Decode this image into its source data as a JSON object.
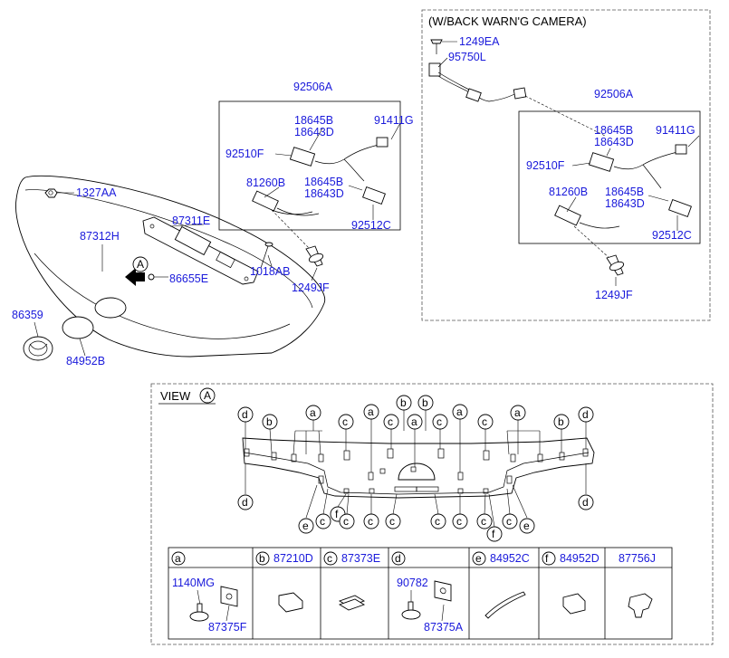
{
  "main": {
    "callouts": {
      "c1327AA": "1327AA",
      "c87312H": "87312H",
      "c86359": "86359",
      "c84952B": "84952B",
      "c87311E": "87311E",
      "c86655E": "86655E",
      "c1018AB": "1018AB",
      "c1249JF": "1249JF",
      "view_marker": "A"
    },
    "harness": {
      "group": "92506A",
      "c18645B_top": "18645B",
      "c18643D_top": "18643D",
      "c91411G": "91411G",
      "c92510F": "92510F",
      "c81260B": "81260B",
      "c18645B_bot": "18645B",
      "c18643D_bot": "18643D",
      "c92512C": "92512C"
    }
  },
  "camera_panel": {
    "title": "(W/BACK WARN'G CAMERA)",
    "c1249EA": "1249EA",
    "c95750L": "95750L",
    "group": "92506A",
    "c18645B_top": "18645B",
    "c18643D_top": "18643D",
    "c91411G": "91411G",
    "c92510F": "92510F",
    "c81260B": "81260B",
    "c18645B_bot": "18645B",
    "c18643D_bot": "18643D",
    "c92512C": "92512C",
    "c1249JF": "1249JF"
  },
  "view_panel": {
    "title": "VIEW",
    "marker": "A",
    "letters": {
      "a": "a",
      "b": "b",
      "c": "c",
      "d": "d",
      "e": "e",
      "f": "f"
    }
  },
  "legend": {
    "col_a": {
      "letter": "a",
      "part1": "1140MG",
      "part2": "87375F"
    },
    "col_b": {
      "letter": "b",
      "part": "87210D"
    },
    "col_c": {
      "letter": "c",
      "part": "87373E"
    },
    "col_d": {
      "letter": "d",
      "part1": "90782",
      "part2": "87375A"
    },
    "col_e": {
      "letter": "e",
      "part": "84952C"
    },
    "col_f": {
      "letter": "f",
      "part": "84952D"
    },
    "col_g": {
      "part": "87756J"
    }
  }
}
